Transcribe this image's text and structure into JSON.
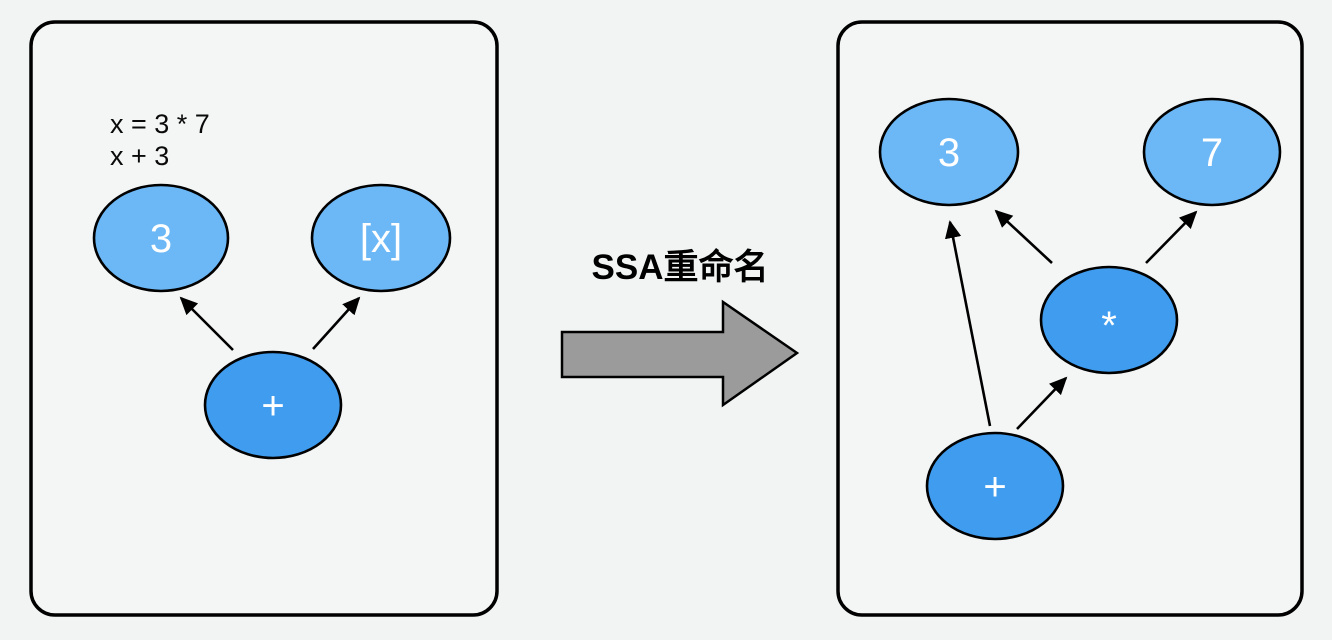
{
  "diagram_title": "SSA renaming expression DAG diagram",
  "colors": {
    "background": "#f2f4f4",
    "panel_fill": "#f4f5f5",
    "node_light_blue": "#6cb8f6",
    "node_dark_blue": "#3f9cef",
    "node_text_white": "#ffffff",
    "arrow_gray": "#9b9b9b",
    "outline_black": "#000000"
  },
  "left_panel": {
    "code_line_1": "x = 3 * 7",
    "code_line_2": "x + 3",
    "nodes": {
      "three": "3",
      "x_ref": "[x]",
      "plus": "+"
    }
  },
  "transform": {
    "label": "SSA重命名"
  },
  "right_panel": {
    "nodes": {
      "three": "3",
      "seven": "7",
      "times": "*",
      "plus": "+"
    }
  }
}
